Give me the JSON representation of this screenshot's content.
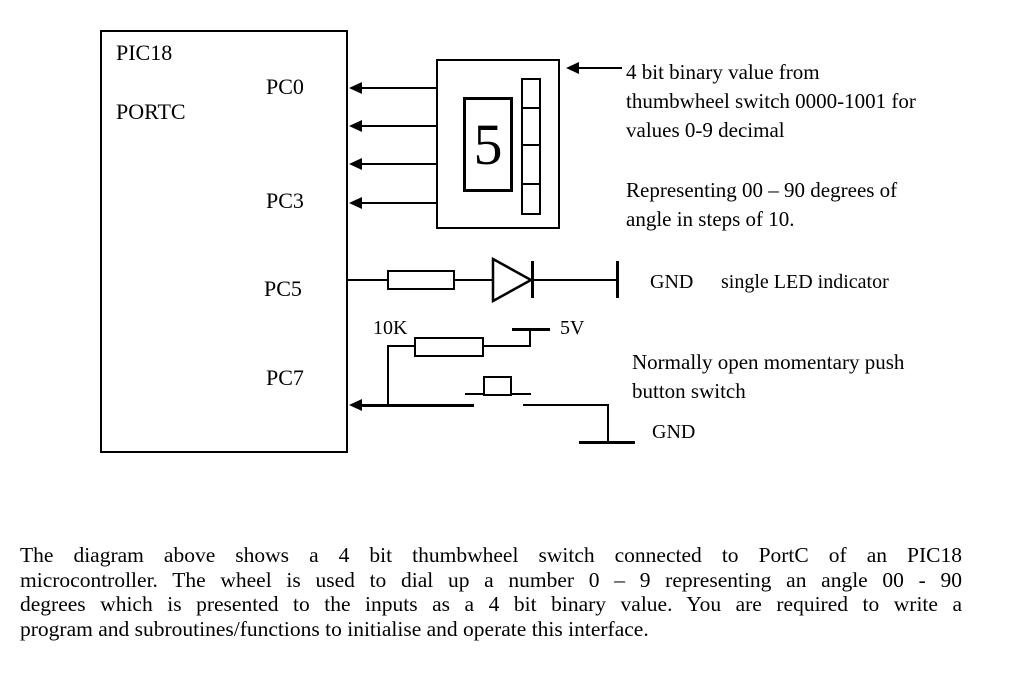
{
  "colors": {
    "ink": "#000000",
    "paper": "#ffffff"
  },
  "mcu": {
    "name": "PIC18",
    "port": "PORTC",
    "pins": [
      "PC0",
      "PC3",
      "PC5",
      "PC7"
    ]
  },
  "thumbwheel": {
    "digit": "5"
  },
  "notes": {
    "binary_value": [
      "4 bit binary value from",
      "thumbwheel switch 0000-1001 for",
      "values 0-9 decimal"
    ],
    "angle": [
      "Representing 00 – 90 degrees of",
      "angle in steps of 10."
    ],
    "led_gnd": "GND",
    "led_label": "single LED indicator",
    "pullup_value": "10K",
    "supply_value": "5V",
    "button": [
      "Normally open momentary push",
      "button switch"
    ],
    "button_gnd": "GND"
  },
  "caption": {
    "lines": [
      "The diagram above shows a 4 bit thumbwheel switch connected to PortC of an PIC18",
      "microcontroller. The wheel is used to dial up a number 0 – 9 representing an angle 00 - 90",
      "degrees which is presented to the inputs as a 4 bit binary value. You are required to write a",
      "program and subroutines/functions to initialise and operate this interface."
    ]
  }
}
